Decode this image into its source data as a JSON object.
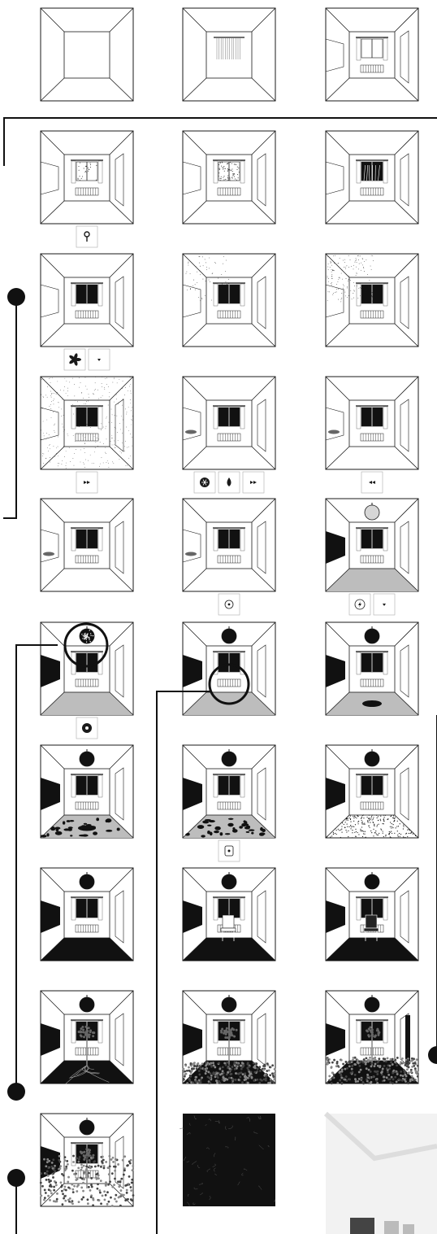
{
  "title": "",
  "grid": {
    "columns": 3,
    "rows": 10
  },
  "frames": [
    {
      "row": 1,
      "col": 1,
      "window": "none",
      "radiator": false,
      "side_door": false,
      "floor": "none",
      "ceiling": "none",
      "wall_black": false,
      "icons": []
    },
    {
      "row": 1,
      "col": 2,
      "window": "curtain_only",
      "radiator": false,
      "side_door": false,
      "floor": "none",
      "ceiling": "none",
      "wall_black": false,
      "icons": []
    },
    {
      "row": 1,
      "col": 3,
      "window": "open",
      "radiator": true,
      "side_door": true,
      "floor": "none",
      "ceiling": "none",
      "wall_black": false,
      "icons": []
    },
    {
      "row": 2,
      "col": 1,
      "window": "speckled_light",
      "radiator": true,
      "side_door": true,
      "floor": "none",
      "ceiling": "none",
      "wall_black": false,
      "icons": [
        "key-icon"
      ]
    },
    {
      "row": 2,
      "col": 2,
      "window": "speckled_mid",
      "radiator": true,
      "side_door": true,
      "floor": "none",
      "ceiling": "none",
      "wall_black": false,
      "icons": []
    },
    {
      "row": 2,
      "col": 3,
      "window": "trees_dark",
      "radiator": true,
      "side_door": true,
      "floor": "none",
      "ceiling": "none",
      "wall_black": false,
      "icons": []
    },
    {
      "row": 3,
      "col": 1,
      "window": "dark",
      "radiator": true,
      "side_door": true,
      "floor": "none",
      "ceiling": "none",
      "wall_black": false,
      "icons": [
        "fan-icon",
        "dropdown-icon"
      ]
    },
    {
      "row": 3,
      "col": 2,
      "window": "dark",
      "radiator": true,
      "side_door": true,
      "floor": "none",
      "ceiling": "none",
      "wall_black": false,
      "icons": []
    },
    {
      "row": 3,
      "col": 3,
      "window": "dark",
      "radiator": true,
      "side_door": true,
      "floor": "none",
      "ceiling": "none",
      "wall_black": false,
      "icons": []
    },
    {
      "row": 4,
      "col": 1,
      "window": "dark",
      "radiator": true,
      "side_door": true,
      "floor": "none",
      "ceiling": "none",
      "wall_black": false,
      "icons": [
        "forward-icon"
      ]
    },
    {
      "row": 4,
      "col": 2,
      "window": "dark",
      "radiator": true,
      "side_door": true,
      "floor": "none",
      "ceiling": "none",
      "wall_black": false,
      "icons": [
        "snowflake-icon",
        "drop-icon",
        "forward-icon"
      ]
    },
    {
      "row": 4,
      "col": 3,
      "window": "dark",
      "radiator": true,
      "side_door": true,
      "floor": "none",
      "ceiling": "none",
      "wall_black": false,
      "icons": [
        "rewind-icon"
      ]
    },
    {
      "row": 5,
      "col": 1,
      "window": "dark",
      "radiator": true,
      "side_door": true,
      "floor": "none",
      "ceiling": "none",
      "wall_black": false,
      "icons": []
    },
    {
      "row": 5,
      "col": 2,
      "window": "dark",
      "radiator": true,
      "side_door": true,
      "floor": "none",
      "ceiling": "none",
      "wall_black": false,
      "icons": [
        "target-icon"
      ]
    },
    {
      "row": 5,
      "col": 3,
      "window": "dark",
      "radiator": true,
      "side_door": true,
      "floor": "grey",
      "ceiling": "lamp_light",
      "wall_black": true,
      "icons": [
        "bolt-icon",
        "dropdown-icon"
      ]
    },
    {
      "row": 6,
      "col": 1,
      "window": "dark",
      "radiator": true,
      "side_door": true,
      "floor": "grey",
      "ceiling": "lamp_textured",
      "wall_black": true,
      "icons": [
        "disc-icon"
      ]
    },
    {
      "row": 6,
      "col": 2,
      "window": "dark",
      "radiator": true,
      "side_door": true,
      "floor": "grey",
      "ceiling": "lamp_black",
      "wall_black": true,
      "icons": []
    },
    {
      "row": 6,
      "col": 3,
      "window": "dark",
      "radiator": true,
      "side_door": true,
      "floor": "grey_hole",
      "ceiling": "lamp_black",
      "wall_black": true,
      "icons": []
    },
    {
      "row": 7,
      "col": 1,
      "window": "dark",
      "radiator": true,
      "side_door": true,
      "floor": "grey_holes",
      "ceiling": "lamp_black",
      "wall_black": true,
      "icons": []
    },
    {
      "row": 7,
      "col": 2,
      "window": "dark",
      "radiator": true,
      "side_door": true,
      "floor": "grey_holes_small",
      "ceiling": "lamp_black",
      "wall_black": true,
      "icons": [
        "device-icon"
      ]
    },
    {
      "row": 7,
      "col": 3,
      "window": "dark",
      "radiator": true,
      "side_door": true,
      "floor": "dotted",
      "ceiling": "lamp_black",
      "wall_black": true,
      "icons": []
    },
    {
      "row": 8,
      "col": 1,
      "window": "dark",
      "radiator": true,
      "side_door": true,
      "floor": "black",
      "ceiling": "lamp_black",
      "wall_black": true,
      "icons": []
    },
    {
      "row": 8,
      "col": 2,
      "window": "dark",
      "radiator": true,
      "side_door": true,
      "floor": "black_chair_light",
      "ceiling": "lamp_black",
      "wall_black": true,
      "icons": []
    },
    {
      "row": 8,
      "col": 3,
      "window": "dark",
      "radiator": true,
      "side_door": true,
      "floor": "black_chair_dark",
      "ceiling": "lamp_black",
      "wall_black": true,
      "icons": []
    },
    {
      "row": 9,
      "col": 1,
      "window": "dark",
      "radiator": true,
      "side_door": true,
      "floor": "black_tree_roots",
      "ceiling": "lamp_black",
      "wall_black": true,
      "icons": []
    },
    {
      "row": 9,
      "col": 2,
      "window": "dark",
      "radiator": true,
      "side_door": true,
      "floor": "shrubs_tree",
      "ceiling": "lamp_black",
      "wall_black": true,
      "icons": []
    },
    {
      "row": 9,
      "col": 3,
      "window": "dark",
      "radiator": true,
      "side_door": true,
      "floor": "shrubs_tree_dense",
      "ceiling": "lamp_black",
      "wall_black": true,
      "icons": []
    },
    {
      "row": 10,
      "col": 1,
      "window": "dark",
      "radiator": true,
      "side_door": true,
      "floor": "overgrown",
      "ceiling": "lamp_black",
      "wall_black": true,
      "icons": []
    },
    {
      "row": 10,
      "col": 2,
      "window": "none",
      "radiator": false,
      "side_door": false,
      "floor": "all_black",
      "ceiling": "none",
      "wall_black": false,
      "icons": []
    },
    {
      "row": 10,
      "col": 3,
      "window": "none",
      "radiator": false,
      "side_door": false,
      "floor": "photo_white_room",
      "ceiling": "none",
      "wall_black": false,
      "icons": []
    }
  ],
  "colors": {
    "line": "#1a1a1a",
    "black": "#111111",
    "grey_floor": "#bdbdbd",
    "connector": "#111111"
  }
}
